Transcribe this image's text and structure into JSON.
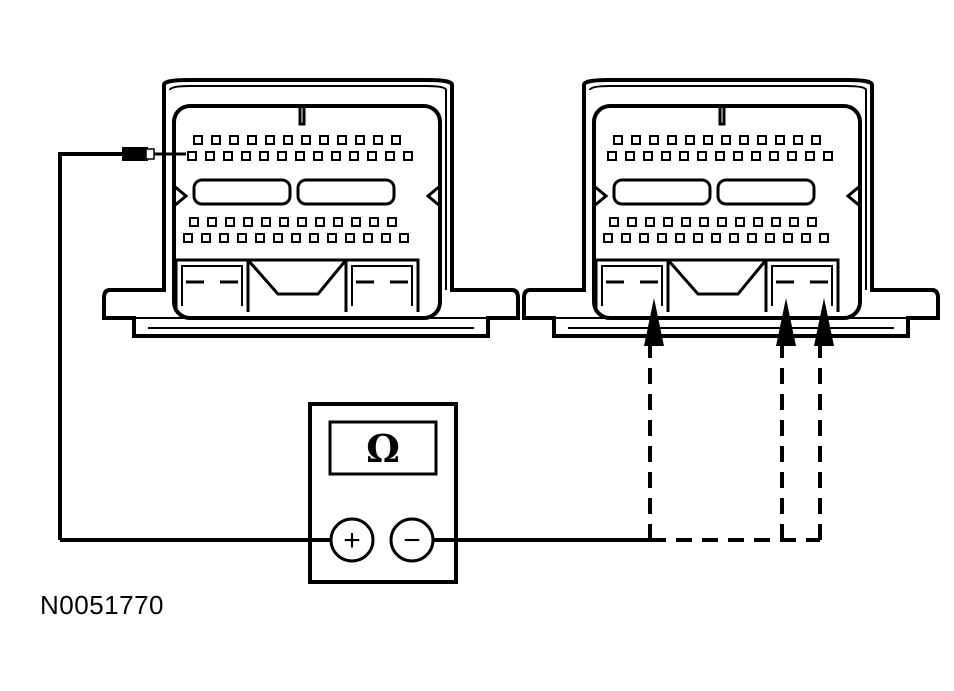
{
  "figure_id": "N0051770",
  "meter": {
    "display_symbol": "Ω",
    "positive_label": "+",
    "negative_label": "−"
  },
  "connectors": [
    {
      "name": "left",
      "probe": "solid"
    },
    {
      "name": "right",
      "probe": "dashed"
    }
  ],
  "colors": {
    "ink": "#000000",
    "background": "#ffffff"
  }
}
